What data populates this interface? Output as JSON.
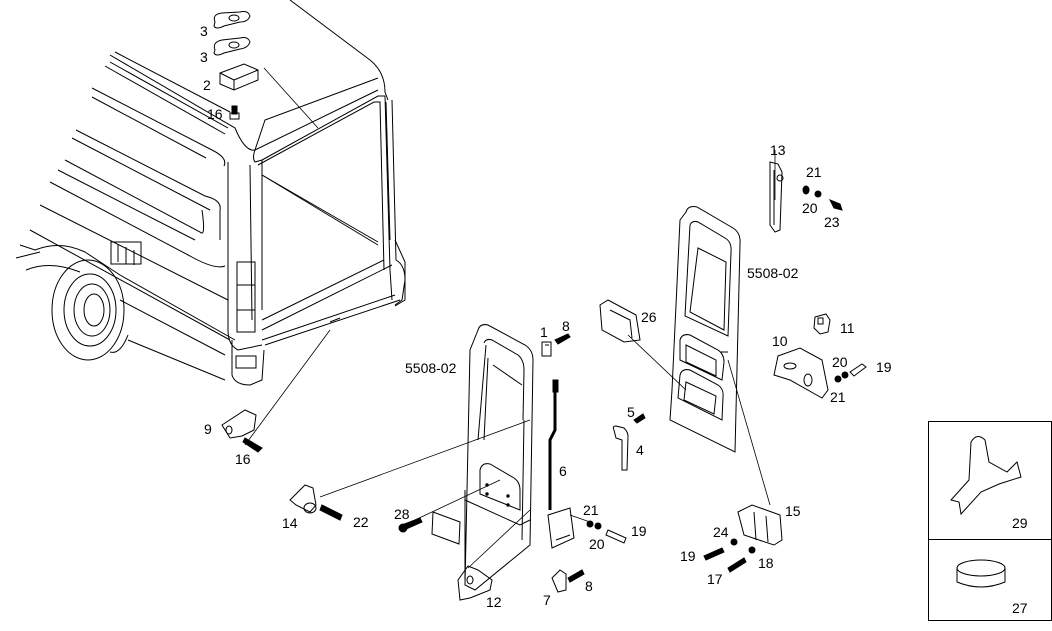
{
  "diagram": {
    "title": "Rear doors exploded view",
    "group_labels": [
      {
        "id": "left-door-group",
        "text": "5508-02"
      },
      {
        "id": "right-door-group",
        "text": "5508-02"
      }
    ],
    "callouts": [
      {
        "id": "c3a",
        "text": "3"
      },
      {
        "id": "c3b",
        "text": "3"
      },
      {
        "id": "c2",
        "text": "2"
      },
      {
        "id": "c16a",
        "text": "16"
      },
      {
        "id": "c13",
        "text": "13"
      },
      {
        "id": "c21a",
        "text": "21"
      },
      {
        "id": "c20a",
        "text": "20"
      },
      {
        "id": "c23",
        "text": "23"
      },
      {
        "id": "c26",
        "text": "26"
      },
      {
        "id": "c10",
        "text": "10"
      },
      {
        "id": "c11",
        "text": "11"
      },
      {
        "id": "c20b",
        "text": "20"
      },
      {
        "id": "c19a",
        "text": "19"
      },
      {
        "id": "c21b",
        "text": "21"
      },
      {
        "id": "c1",
        "text": "1"
      },
      {
        "id": "c8a",
        "text": "8"
      },
      {
        "id": "c5",
        "text": "5"
      },
      {
        "id": "c4",
        "text": "4"
      },
      {
        "id": "c6",
        "text": "6"
      },
      {
        "id": "c9",
        "text": "9"
      },
      {
        "id": "c16b",
        "text": "16"
      },
      {
        "id": "c14",
        "text": "14"
      },
      {
        "id": "c22",
        "text": "22"
      },
      {
        "id": "c28",
        "text": "28"
      },
      {
        "id": "c21c",
        "text": "21"
      },
      {
        "id": "c20c",
        "text": "20"
      },
      {
        "id": "c19b",
        "text": "19"
      },
      {
        "id": "c7",
        "text": "7"
      },
      {
        "id": "c8b",
        "text": "8"
      },
      {
        "id": "c12",
        "text": "12"
      },
      {
        "id": "c15",
        "text": "15"
      },
      {
        "id": "c24",
        "text": "24"
      },
      {
        "id": "c19c",
        "text": "19"
      },
      {
        "id": "c18",
        "text": "18"
      },
      {
        "id": "c17",
        "text": "17"
      },
      {
        "id": "c29",
        "text": "29"
      },
      {
        "id": "c27",
        "text": "27"
      }
    ]
  }
}
